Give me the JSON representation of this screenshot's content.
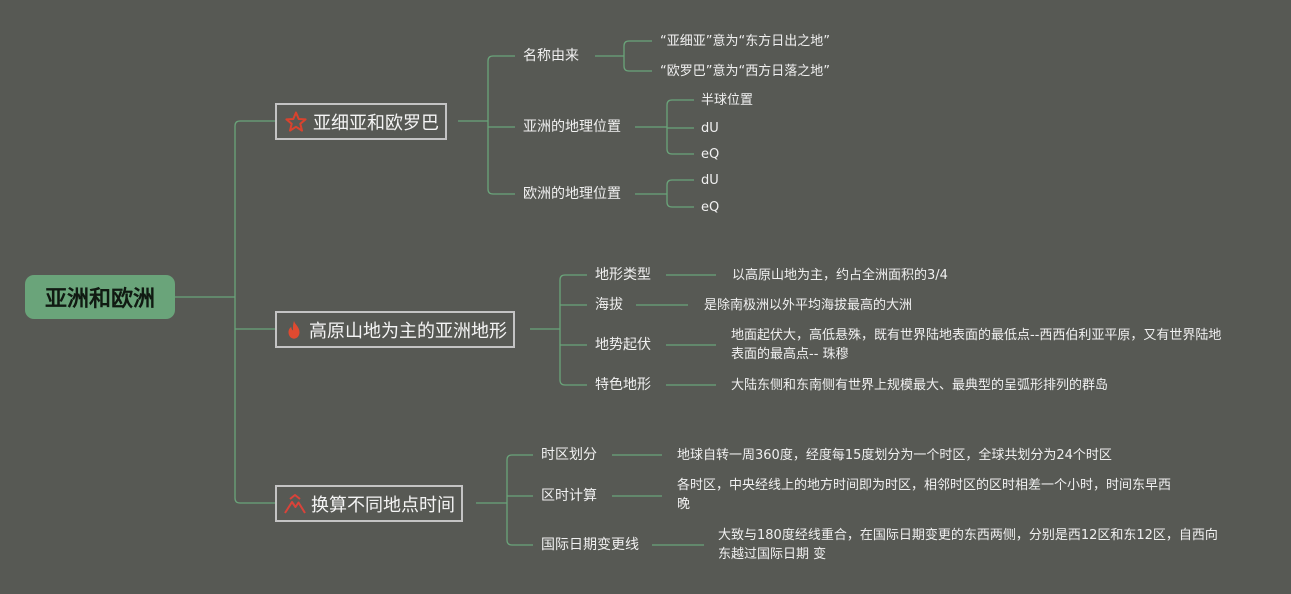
{
  "root": {
    "label": "亚洲和欧洲"
  },
  "topics": [
    {
      "label": "亚细亚和欧罗巴",
      "icon": "star-outline-icon",
      "icon_color": "#d9432e",
      "children": [
        {
          "label": "名称由来",
          "items": [
            "“亚细亚”意为“东方日出之地”",
            "“欧罗巴”意为“西方日落之地”"
          ]
        },
        {
          "label": "亚洲的地理位置",
          "items": [
            "半球位置",
            "dU",
            "eQ"
          ]
        },
        {
          "label": "欧洲的地理位置",
          "items": [
            "dU",
            "eQ"
          ]
        }
      ]
    },
    {
      "label": "高原山地为主的亚洲地形",
      "icon": "flame-icon",
      "icon_color": "#e04a30",
      "children": [
        {
          "label": "地形类型",
          "items": [
            "以高原山地为主，约占全洲面积的3/4"
          ]
        },
        {
          "label": "海拔",
          "items": [
            "是除南极洲以外平均海拔最高的大洲"
          ]
        },
        {
          "label": "地势起伏",
          "items": [
            "地面起伏大，高低悬殊，既有世界陆地表面的最低点--西西伯利亚平原，又有世界陆地表面的最高点-- 珠穆"
          ]
        },
        {
          "label": "特色地形",
          "items": [
            "大陆东侧和东南侧有世界上规模最大、最典型的呈弧形排列的群岛"
          ]
        }
      ]
    },
    {
      "label": "换算不同地点时间",
      "icon": "mountain-peaks-icon",
      "icon_color": "#d9433a",
      "children": [
        {
          "label": "时区划分",
          "items": [
            "地球自转一周360度，经度每15度划分为一个时区，全球共划分为24个时区"
          ]
        },
        {
          "label": "区时计算",
          "items": [
            "各时区，中央经线上的地方时间即为时区，相邻时区的区时相差一个小时，时间东早西晚"
          ]
        },
        {
          "label": "国际日期变更线",
          "items": [
            "大致与180度经线重合，在国际日期变更的东西两侧，分别是西12区和东12区，自西向东越过国际日期 变"
          ]
        }
      ]
    }
  ],
  "colors": {
    "background": "#575954",
    "connector": "#6aa47a",
    "root_fill": "#6aa47a",
    "topic_border": "#c4c4c4"
  }
}
